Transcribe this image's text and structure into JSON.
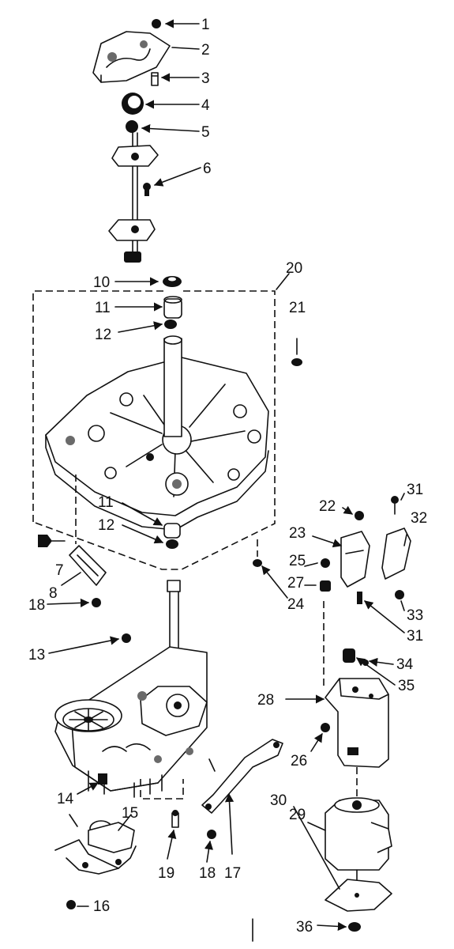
{
  "callouts": [
    "1",
    "2",
    "3",
    "4",
    "5",
    "6",
    "10",
    "11",
    "12",
    "20",
    "21",
    "11",
    "12",
    "7",
    "8",
    "18",
    "22",
    "23",
    "25",
    "27",
    "24",
    "31",
    "32",
    "33",
    "31",
    "34",
    "35",
    "13",
    "28",
    "26",
    "14",
    "15",
    "19",
    "18",
    "17",
    "29",
    "30",
    "16",
    "36"
  ]
}
